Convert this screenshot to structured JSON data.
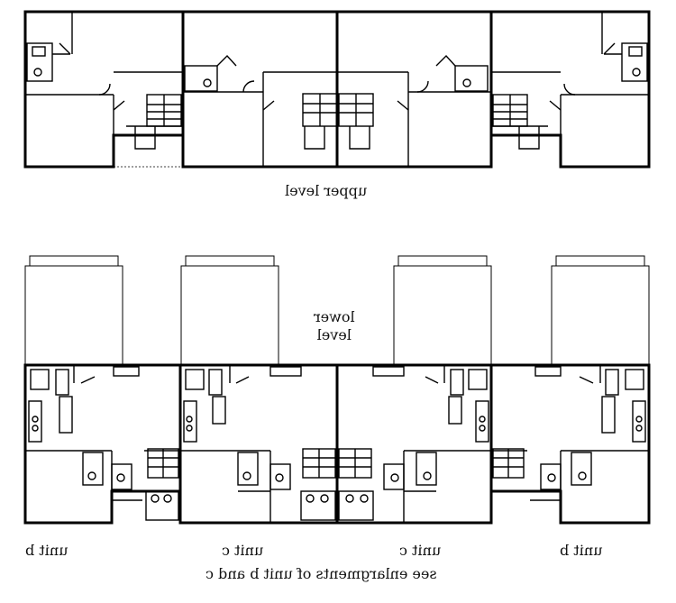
{
  "labels": {
    "upper_level": "upper level",
    "lower_level_line1": "lower",
    "lower_level_line2": "level",
    "unit_labels": [
      "unit b",
      "unit c",
      "unit c",
      "unit b"
    ],
    "footnote": "see enlargments of unit b and c"
  },
  "colors": {
    "line": "#000000",
    "background": "#ffffff"
  }
}
